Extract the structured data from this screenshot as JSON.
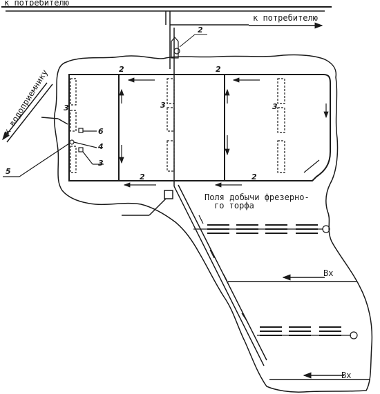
{
  "labels": {
    "consumer_top": "к потребителю",
    "consumer_right": "к потребителю",
    "receiver": "к водоприемнику",
    "field": "Поля добычи фрезерного торфа",
    "field_line1": "Поля добычи фрезерно-",
    "field_line2": "го торфа",
    "vh1": "Вх",
    "vh2": "Вх"
  },
  "callouts": {
    "n2_top": "2",
    "n2_a": "2",
    "n2_b": "2",
    "n2_c": "2",
    "n2_d": "2",
    "n3_a": "3",
    "n3_b": "3",
    "n3_c": "3",
    "n4": "4",
    "n5": "5",
    "n6": "6"
  }
}
